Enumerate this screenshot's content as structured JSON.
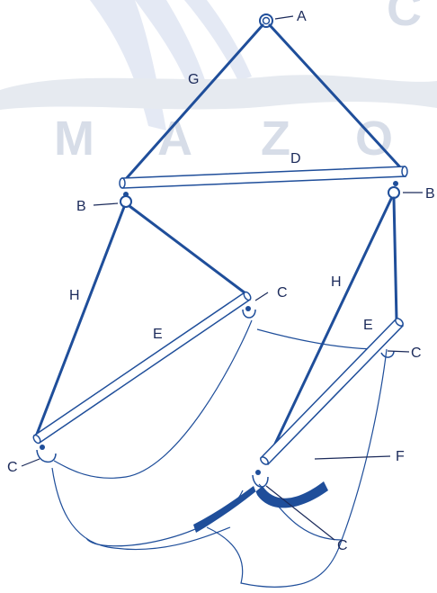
{
  "watermark": {
    "letters": [
      "M",
      "A",
      "Z",
      "O",
      "C"
    ]
  },
  "labels": {
    "A": "A",
    "B_left": "B",
    "B_right": "B",
    "C_left_upper": "C",
    "C_right_upper": "C",
    "C_left_lower": "C",
    "C_bottom": "C",
    "D": "D",
    "E_left": "E",
    "E_right": "E",
    "F": "F",
    "G": "G",
    "H_left": "H",
    "H_right": "H"
  },
  "colors": {
    "line": "#1f4e9a",
    "text": "#1b2a5a",
    "watermark": "#d7dde8"
  }
}
